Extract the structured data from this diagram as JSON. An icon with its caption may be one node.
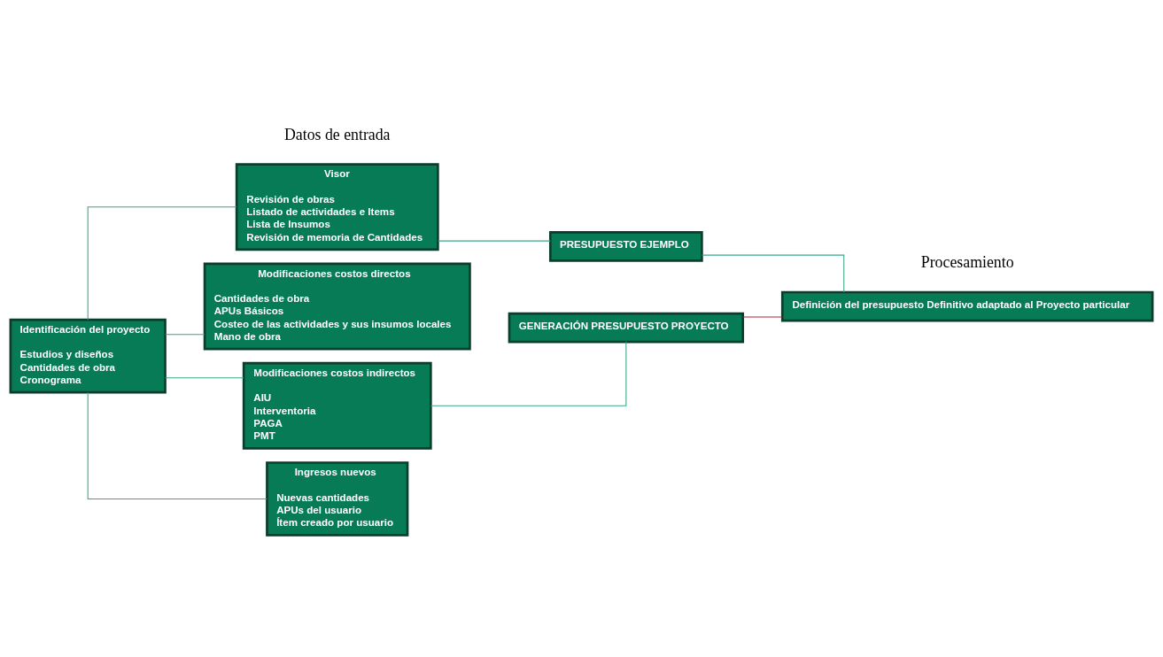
{
  "diagram": {
    "nodes": [
      {
        "text": [
          "Identificación del proyecto",
          "Estudios y diseños",
          "Cantidades de obra",
          "Cronograma"
        ]
      },
      {
        "text": [
          "Visor",
          "Revisión de obras",
          "Listado de actividades e Items",
          "Lista de Insumos",
          "Revisión de memoria de Cantidades"
        ]
      },
      {
        "text": [
          "Modificaciones costos directos",
          "Cantidades de obra",
          "APUs Básicos",
          "Costeo de las actividades y sus insumos locales",
          "Mano de obra"
        ]
      },
      {
        "text": [
          "Modificaciones costos indirectos",
          "AIU",
          "Interventoria",
          "PAGA",
          "PMT"
        ]
      },
      {
        "text": [
          "Ingresos nuevos",
          "Nuevas cantidades",
          "APUs del usuario",
          "Ítem creado por usuario"
        ]
      },
      {
        "text": [
          "PRESUPUESTO EJEMPLO"
        ]
      },
      {
        "text": [
          "GENERACIÓN PRESUPUESTO PROYECTO"
        ]
      },
      {
        "text": [
          "Definición del presupuesto Definitivo adaptado al Proyecto particular"
        ]
      }
    ],
    "edges": [
      {
        "from": 0,
        "to": 1,
        "arrow": "none"
      },
      {
        "from": 0,
        "to": 2,
        "arrow": "none"
      },
      {
        "from": 0,
        "to": 3,
        "arrow": "none"
      },
      {
        "from": 0,
        "to": 4,
        "arrow": "none"
      },
      {
        "from": 1,
        "to": 5,
        "arrow": "none"
      },
      {
        "from": 3,
        "to": 6,
        "arrow": "none"
      },
      {
        "from": 5,
        "to": 7,
        "arrow": "none"
      },
      {
        "from": 6,
        "to": 7,
        "arrow": "none",
        "color": "#b22234"
      }
    ],
    "labels": [
      "Datos de entrada",
      "Procesamiento"
    ]
  }
}
